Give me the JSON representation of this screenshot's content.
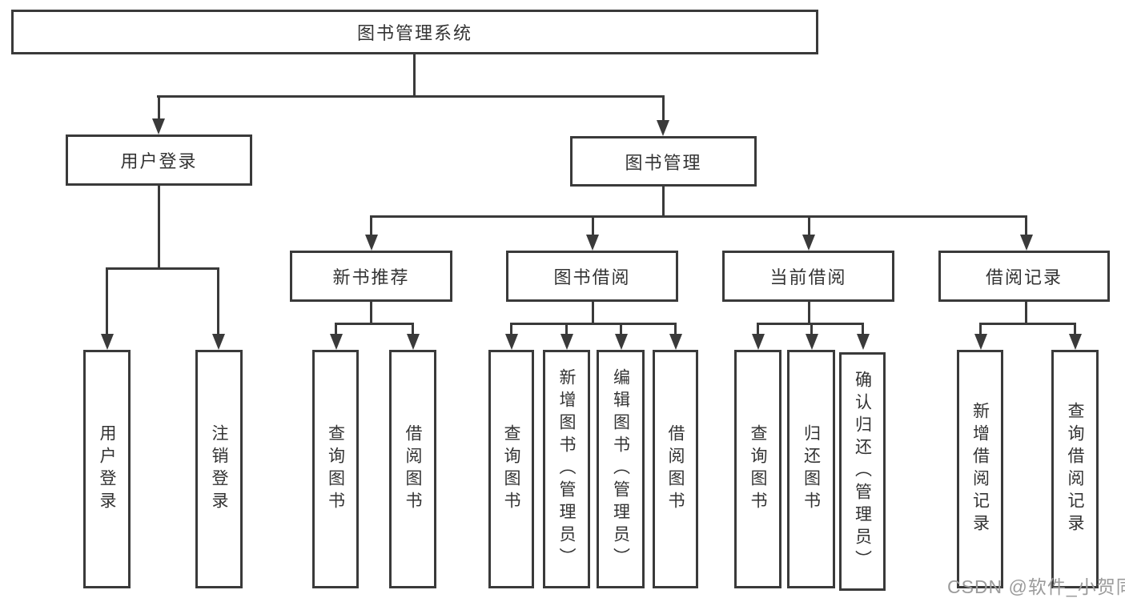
{
  "diagram_title": "图书管理系统",
  "tree": {
    "label": "图书管理系统",
    "children": [
      {
        "label": "用户登录",
        "children": [
          {
            "label": "用户登录"
          },
          {
            "label": "注销登录"
          }
        ]
      },
      {
        "label": "图书管理",
        "children": [
          {
            "label": "新书推荐",
            "children": [
              {
                "label": "查询图书"
              },
              {
                "label": "借阅图书"
              }
            ]
          },
          {
            "label": "图书借阅",
            "children": [
              {
                "label": "查询图书"
              },
              {
                "label": "新增图书（管理员）"
              },
              {
                "label": "编辑图书（管理员）"
              },
              {
                "label": "借阅图书"
              }
            ]
          },
          {
            "label": "当前借阅",
            "children": [
              {
                "label": "查询图书"
              },
              {
                "label": "归还图书"
              },
              {
                "label": "确认归还（管理员）"
              }
            ]
          },
          {
            "label": "借阅记录",
            "children": [
              {
                "label": "新增借阅记录"
              },
              {
                "label": "查询借阅记录"
              }
            ]
          }
        ]
      }
    ]
  },
  "watermark": {
    "text": "CSDN @软件_小贺同学"
  },
  "colors": {
    "line": "#3a3a3a",
    "box_border": "#3a3a3a",
    "box_background": "#ffffff",
    "text": "#333333",
    "watermark": "#9b9b9b"
  }
}
